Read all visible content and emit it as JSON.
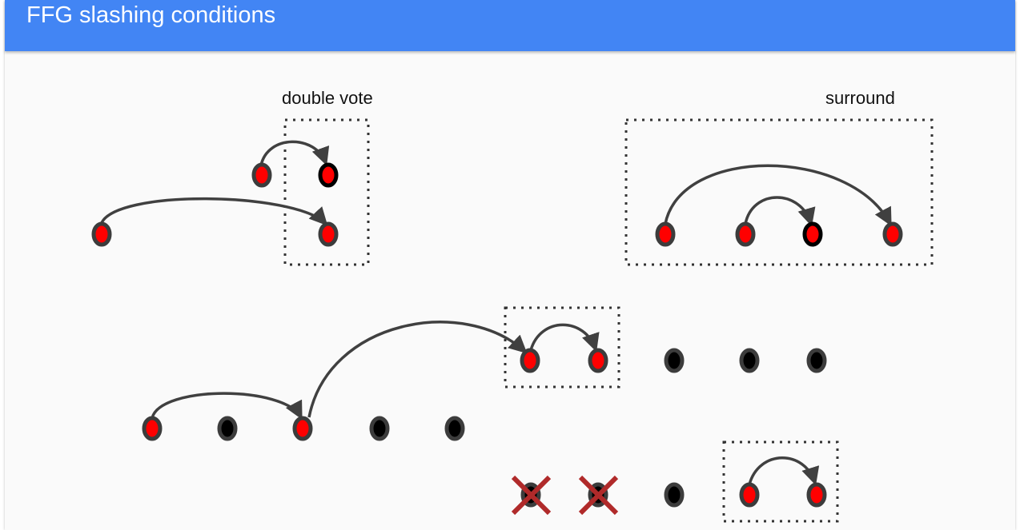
{
  "slide": {
    "title": "FFG slashing conditions"
  },
  "labels": {
    "double_vote": "double vote",
    "surround": "surround"
  },
  "colors": {
    "header": "#4285f4",
    "justified_node": "#ff0000",
    "plain_node": "#000000",
    "node_outline": "#333333",
    "arrow": "#404040",
    "cross": "#b02a2a"
  }
}
